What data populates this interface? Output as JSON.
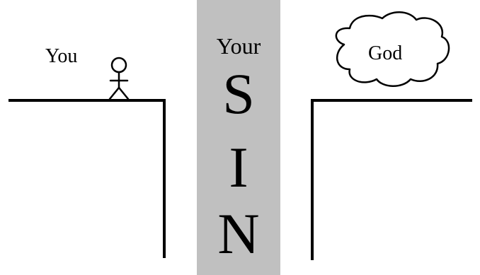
{
  "left_label": "You",
  "right_label": "God",
  "gap_label": "Your",
  "gap_letters": [
    "S",
    "I",
    "N"
  ],
  "colors": {
    "background": "#ffffff",
    "gap_fill": "#c0c0c0",
    "lines": "#000000",
    "text": "#000000"
  },
  "icons": {
    "person": "stick-figure-icon",
    "cloud": "cloud-icon"
  }
}
